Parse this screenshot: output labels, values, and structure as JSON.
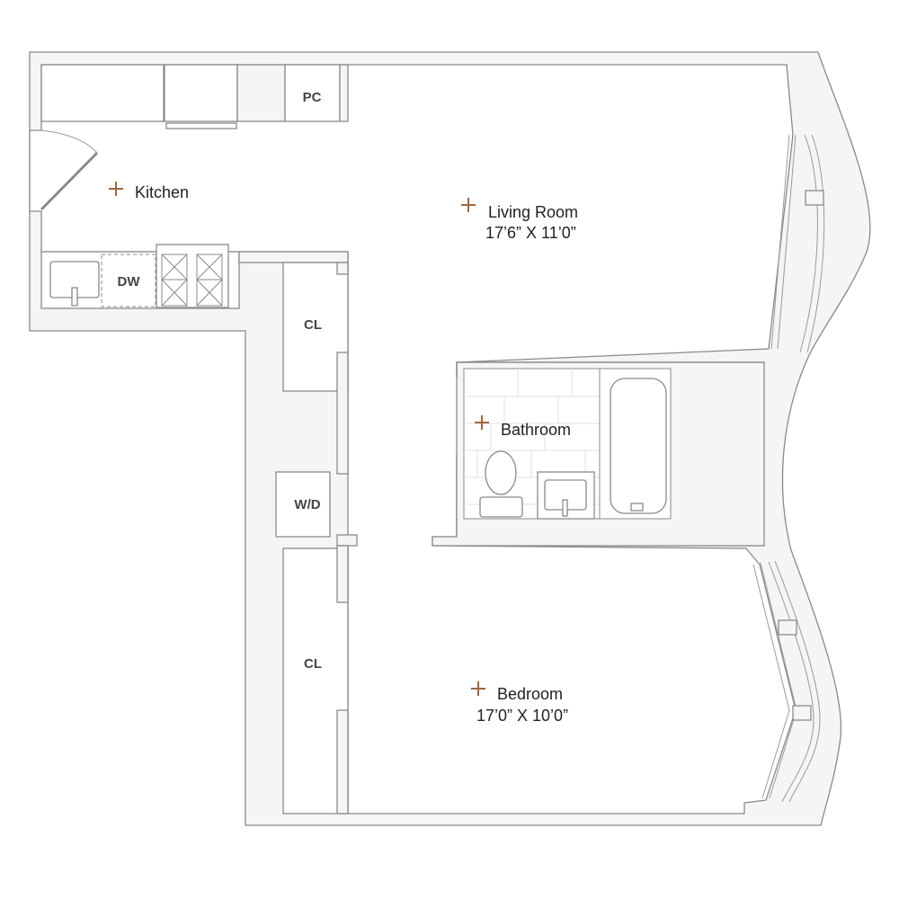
{
  "rooms": {
    "kitchen": {
      "label": "Kitchen"
    },
    "living_room": {
      "label": "Living Room",
      "dimensions": "17’6” X 11’0”"
    },
    "bathroom": {
      "label": "Bathroom"
    },
    "bedroom": {
      "label": "Bedroom",
      "dimensions": "17’0” X 10’0”"
    }
  },
  "fixtures": {
    "pantry_closet": "PC",
    "dishwasher": "DW",
    "closet_upper": "CL",
    "washer_dryer": "W/D",
    "closet_lower": "CL"
  },
  "colors": {
    "marker": "#a0673f",
    "wall_fill": "#f4f5f7",
    "line": "#8a8a8a"
  }
}
